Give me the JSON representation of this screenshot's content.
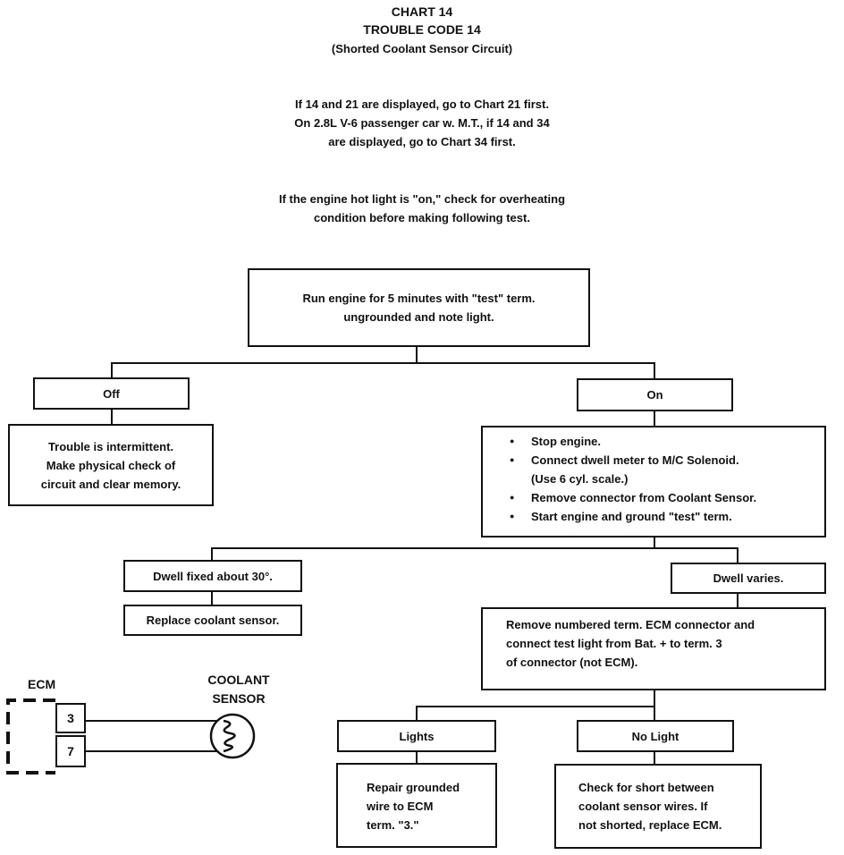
{
  "header": {
    "line1": "CHART 14",
    "line2": "TROUBLE CODE 14",
    "line3": "(Shorted Coolant Sensor Circuit)"
  },
  "notes": {
    "n1_l1": "If 14 and 21 are displayed, go to Chart 21 first.",
    "n1_l2": "On 2.8L V-6 passenger car w. M.T., if 14 and 34",
    "n1_l3": "are displayed, go to Chart 34 first.",
    "n2_l1": "If the engine hot light is \"on,\" check for overheating",
    "n2_l2": "condition before making following test."
  },
  "flow": {
    "start_l1": "Run engine for 5 minutes with \"test\" term.",
    "start_l2": "ungrounded and note light.",
    "off": "Off",
    "on": "On",
    "off_result_l1": "Trouble is intermittent.",
    "off_result_l2": "Make physical check of",
    "off_result_l3": "circuit and clear memory.",
    "on_steps": [
      "Stop engine.",
      "Connect dwell meter to M/C Solenoid.",
      "Remove connector from Coolant Sensor.",
      "Start engine and ground \"test\" term."
    ],
    "on_step2_sub": "(Use 6 cyl. scale.)",
    "dwell_fixed": "Dwell fixed about 30°.",
    "dwell_varies": "Dwell varies.",
    "replace_sensor": "Replace coolant sensor.",
    "remove_term_l1": "Remove numbered term. ECM connector and",
    "remove_term_l2": "connect test light from Bat. + to term. 3",
    "remove_term_l3": "of connector (not ECM).",
    "lights": "Lights",
    "no_light": "No Light",
    "repair_l1": "Repair grounded",
    "repair_l2": "wire to ECM",
    "repair_l3": "term. \"3.\"",
    "check_l1": "Check for short between",
    "check_l2": "coolant sensor wires. If",
    "check_l3": "not shorted, replace ECM."
  },
  "wiring": {
    "ecm_label": "ECM",
    "sensor_label_l1": "COOLANT",
    "sensor_label_l2": "SENSOR",
    "pin_top": "3",
    "pin_bottom": "7"
  }
}
